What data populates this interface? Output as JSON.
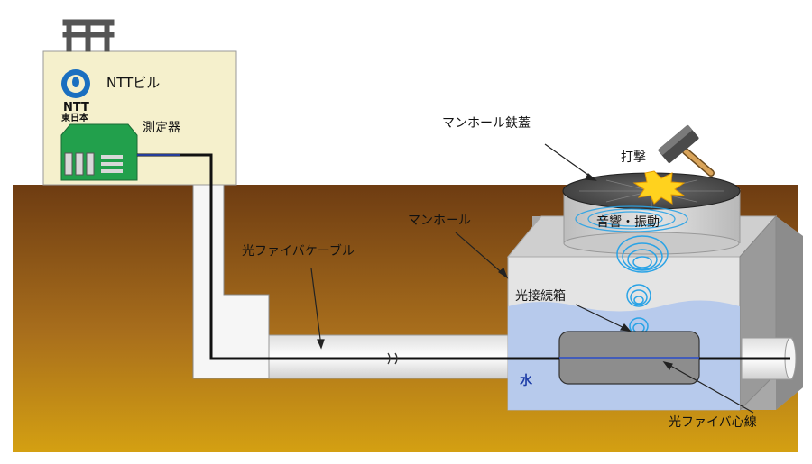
{
  "building": {
    "name": "NTTビル",
    "logo_text_line1": "NTT",
    "logo_text_line2": "東日本",
    "logo_color": "#1a6fc0"
  },
  "labels": {
    "instrument": "測定器",
    "manhole_cover": "マンホール鉄蓋",
    "strike": "打撃",
    "sound_vibration": "音響・振動",
    "manhole": "マンホール",
    "fiber_cable": "光ファイバケーブル",
    "splice_box": "光接続箱",
    "water": "水",
    "fiber_core": "光ファイバ心線"
  },
  "colors": {
    "ground_top": "#6e3c12",
    "ground_bottom": "#d4a012",
    "building_fill": "#f5f0cc",
    "water": "#b4c8ec",
    "water_label": "#1f3ea8",
    "spark": "#ffd21e",
    "ripple": "#2aa3e6",
    "instrument": "#22a04c"
  },
  "icons": {
    "building_roof": "antenna-tower-icon",
    "hammer": "hammer-icon",
    "spark": "impact-spark-icon",
    "ripples": "sound-wave-icon"
  }
}
